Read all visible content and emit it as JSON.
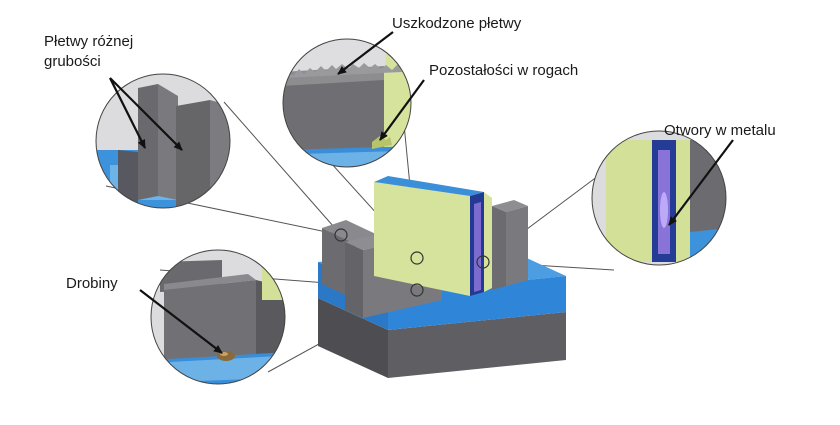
{
  "labels": {
    "fins_thickness_line1": "Płetwy różnej",
    "fins_thickness_line2": "grubości",
    "damaged_fins": "Uszkodzone płetwy",
    "corner_residue": "Pozostałości w rogach",
    "metal_holes": "Otwory w metalu",
    "particles": "Drobiny"
  },
  "colors": {
    "background": "#ffffff",
    "silicon_top": "#7f7f82",
    "silicon_front": "#5d5d61",
    "silicon_side": "#4a4a4e",
    "oxide": "#2f83d4",
    "oxide_light": "#5fb1ec",
    "spacer": "#d8e4a0",
    "gate_metal": "#2a3f9a",
    "gate_inner": "#7a64c8",
    "leader": "#3a3a3a",
    "arrow": "#111111",
    "particle": "#8a6a3a"
  }
}
